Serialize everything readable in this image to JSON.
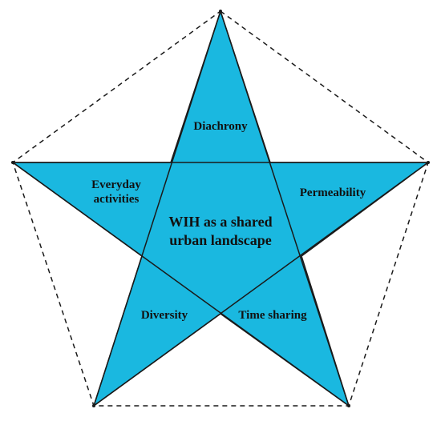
{
  "colors": {
    "star_fill": "#1ab8e0",
    "outline": "#1a1a1a",
    "dashed": "#1a1a1a"
  },
  "labels": {
    "top": "Diachrony",
    "upper_left": "Everyday\nactivities",
    "upper_right": "Permeability",
    "lower_left": "Diversity",
    "lower_right": "Time sharing",
    "center": "WIH as a shared\nurban landscape"
  }
}
